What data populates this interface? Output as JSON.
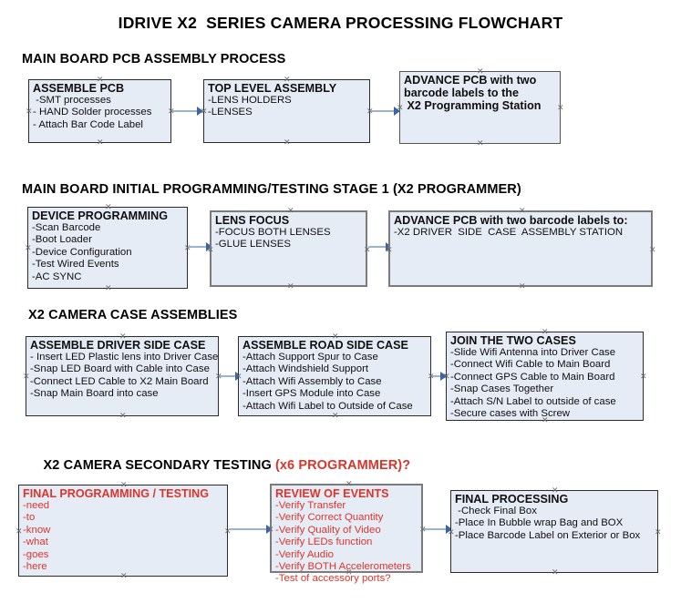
{
  "document": {
    "title": "IDRIVE X2  SERIES CAMERA PROCESSING FLOWCHART"
  },
  "sections": [
    {
      "id": "main-board-pcb-assembly-process",
      "heading": "MAIN BOARD PCB ASSEMBLY PROCESS",
      "heading_accent": ""
    },
    {
      "id": "main-board-initial-programming",
      "heading": "MAIN BOARD INITIAL PROGRAMMING/TESTING STAGE 1 (X2 PROGRAMMER)",
      "heading_accent": ""
    },
    {
      "id": "x2-camera-case-assemblies",
      "heading": "X2 CAMERA CASE ASSEMBLIES",
      "heading_accent": ""
    },
    {
      "id": "x2-camera-secondary-testing",
      "heading": "X2 CAMERA SECONDARY TESTING ",
      "heading_accent": "(x6 PROGRAMMER)?"
    }
  ],
  "nodes": {
    "assemble_pcb": {
      "title": "ASSEMBLE PCB",
      "items": [
        " -SMT processes",
        "- HAND Solder processes",
        "- Attach Bar Code Label"
      ]
    },
    "top_level_assembly": {
      "title": "TOP LEVEL ASSEMBLY",
      "items": [
        "-LENS HOLDERS",
        "-LENSES"
      ]
    },
    "advance_pcb_station": {
      "title": "ADVANCE PCB with two",
      "title_line2": "barcode labels to the",
      "title_line3": " X2 Programming Station",
      "items": []
    },
    "device_programming": {
      "title": "DEVICE PROGRAMMING",
      "items": [
        "-Scan Barcode",
        "-Boot Loader",
        "-Device Configuration",
        "-Test Wired Events",
        "-AC SYNC"
      ]
    },
    "lens_focus": {
      "title": "LENS FOCUS",
      "items": [
        "-FOCUS BOTH LENSES",
        "-GLUE LENSES"
      ]
    },
    "advance_pcb_driver_side": {
      "title": "ADVANCE PCB with two barcode labels to:",
      "items": [
        "-X2 DRIVER  SIDE  CASE  ASSEMBLY STATION"
      ]
    },
    "assemble_driver_side_case": {
      "title": "ASSEMBLE DRIVER SIDE CASE",
      "items": [
        "- Insert LED Plastic lens into Driver Case",
        "-Snap LED Board with Cable into Case",
        "-Connect LED Cable to X2 Main Board",
        "-Snap Main Board into case"
      ]
    },
    "assemble_road_side_case": {
      "title": "ASSEMBLE ROAD SIDE CASE",
      "items": [
        "-Attach Support Spur to Case",
        "-Attach Windshield Support",
        "-Attach Wifi Assembly to Case",
        "-Insert GPS Module into Case",
        "-Attach Wifi Label to Outside of Case"
      ]
    },
    "join_the_two_cases": {
      "title": "JOIN THE TWO CASES",
      "items": [
        "-Slide Wifi Antenna into Driver Case",
        "-Connect Wifi Cable to Main Board",
        "-Connect GPS Cable to Main Board",
        "-Snap Cases Together",
        "-Attach S/N Label to outside of case",
        "-Secure cases with Screw"
      ]
    },
    "final_programming_testing": {
      "title": "FINAL PROGRAMMING / TESTING",
      "items": [
        "-need",
        "-to",
        "-know",
        "-what",
        "-goes",
        "-here"
      ]
    },
    "review_of_events": {
      "title": "REVIEW OF EVENTS",
      "items": [
        "-Verify Transfer",
        "-Verify Correct Quantity",
        "-Verify Quality of Video",
        "-Verify LEDs function",
        "-Verify Audio",
        "-Verify BOTH Accelerometers",
        "-Test of accessory ports?"
      ]
    },
    "final_processing": {
      "title": "FINAL PROCESSING",
      "items": [
        " -Check Final Box",
        "-Place In Bubble wrap Bag and BOX",
        "-Place Barcode Label on Exterior or Box"
      ]
    }
  },
  "colors": {
    "box_fill": "#e6ecf6",
    "box_border_dark": "#2b2b2b",
    "box_border_gray": "#7b7b7b",
    "text_black": "#0f0f0f",
    "text_red": "#d9352c",
    "connector_line": "#9cb3cd",
    "connector_arrow": "#3a63a8"
  }
}
